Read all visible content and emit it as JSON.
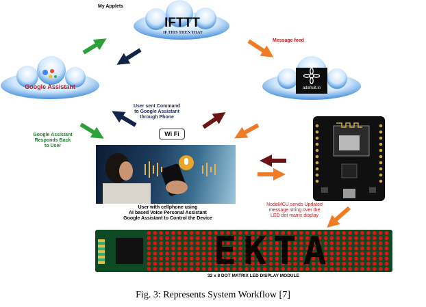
{
  "labels": {
    "my_applets": "My Applets",
    "ifttt_logo": "IFTTT",
    "ifttt_sub": "IF THIS THEN THAT",
    "google_assistant": "Google Assistant",
    "message_feed": "Message feed",
    "adafruit": "adafruit.io",
    "user_sent_1": "User sent Command",
    "user_sent_2": "to Google Assistant",
    "user_sent_3": "through Phone",
    "ga_resp_1": "Google Assistant",
    "ga_resp_2": "Responds Back",
    "ga_resp_3": "to User",
    "wifi": "Wi Fi",
    "phone_cap_1": "User with cellphone using",
    "phone_cap_2": "AI based Voice Personal Assistant",
    "phone_cap_3": "Google Assistant to Control the Device",
    "nodemcu_1": "NodeMCU sends Updated",
    "nodemcu_2": "message string over the",
    "nodemcu_3": "LED dot matrix display",
    "matrix_text": "EKTA",
    "matrix_caption": "32 x 8 DOT MATRIX LED DISPLAY MODULE",
    "figure_caption": "Fig. 3: Represents System Workflow [7]"
  },
  "colors": {
    "green": "#2ea03a",
    "navy": "#14234a",
    "orange": "#f07a26",
    "maroon": "#6a1414",
    "cloud_blue": "#1e6fd0",
    "led_red": "#e01414"
  }
}
